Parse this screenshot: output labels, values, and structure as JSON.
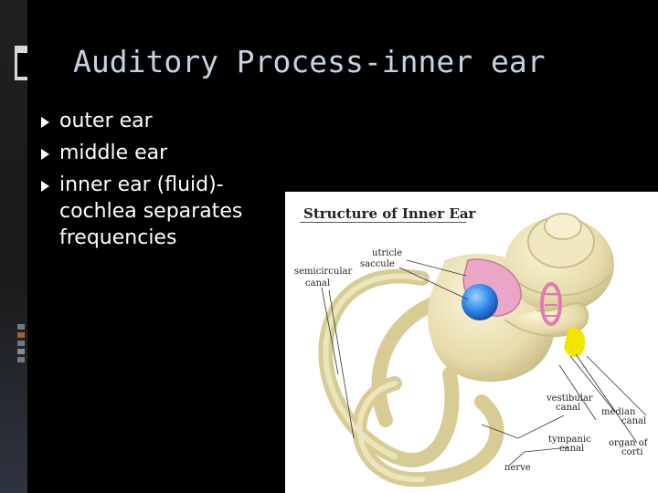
{
  "slide": {
    "title": "Auditory Process-inner ear",
    "bullets": [
      {
        "text": "outer ear"
      },
      {
        "text": "middle ear"
      },
      {
        "text": "inner ear (fluid)- cochlea separates frequencies"
      }
    ]
  },
  "figure": {
    "title": "Structure of Inner Ear",
    "labels": {
      "utricle": "utricle",
      "saccule": "saccule",
      "semicircular": "semicircular",
      "canal": "canal",
      "vestibular": "vestibular",
      "vestibular_canal": "canal",
      "median": "median",
      "median_canal": "canal",
      "tympanic": "tympanic",
      "tympanic_canal": "canal",
      "organ_of": "organ of",
      "corti": "corti",
      "nerve": "nerve"
    }
  },
  "colors": {
    "background": "#000000",
    "title": "#c6d3e5",
    "text": "#ffffff",
    "bone": "#ede3b8",
    "saccule": "#2e86e8",
    "pink": "#e9a6c6",
    "corti": "#f2e600"
  }
}
